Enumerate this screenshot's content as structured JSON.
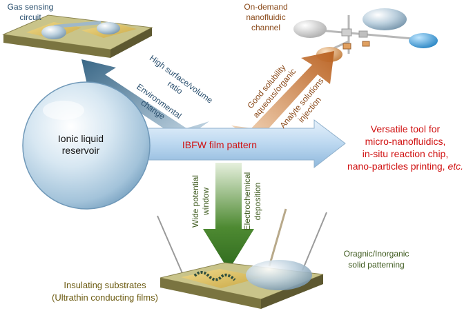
{
  "labels": {
    "gas_sensing": [
      "Gas sensing",
      "circuit"
    ],
    "on_demand": [
      "On-demand",
      "nanofluidic",
      "channel"
    ],
    "reservoir": [
      "Ionic liquid",
      "reservoir"
    ],
    "film_pattern": "IBFW film pattern",
    "versatile": [
      "Versatile tool for",
      "micro-nanofluidics,",
      "in-situ reaction chip,",
      "nano-particles printing, "
    ],
    "versatile_etc": "etc.",
    "high_surface": [
      "High surface/volume",
      "ratio"
    ],
    "environmental": [
      "Environmental",
      "change"
    ],
    "good_solubility": [
      "Good solubility",
      "aqueous/organic"
    ],
    "analyte": [
      "Analyte solutions",
      "injection"
    ],
    "wide_potential": [
      "Wide potential",
      "window"
    ],
    "electrochemical": [
      "Electrochemical",
      "deposition"
    ],
    "insulating": [
      "Insulating substrates",
      "(Ultrathin conducting films)"
    ],
    "organic_patterning": [
      "Oragnic/Inorganic",
      "solid patterning"
    ]
  },
  "colors": {
    "blue_text": "#2a4f6e",
    "brown_text": "#8a4a1a",
    "red_text": "#d01010",
    "green_text": "#3e5a1e",
    "olive_text": "#6b5a10",
    "blue_arrow": "#3d6f8f",
    "orange_arrow": "#c8742a",
    "green_arrow": "#3b7a2a",
    "main_arrow": "#b9d6ef"
  }
}
